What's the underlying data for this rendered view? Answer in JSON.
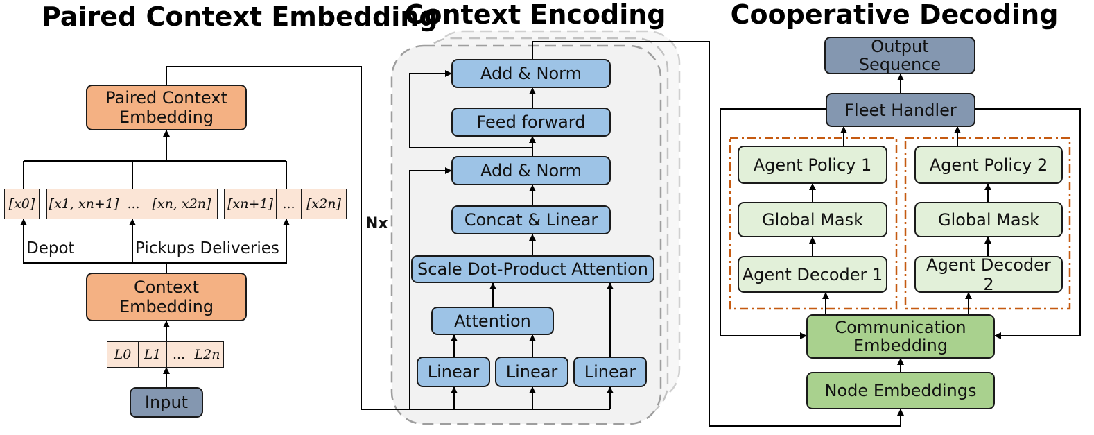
{
  "titles": {
    "paired": "Paired Context Embedding",
    "encoding": "Context Encoding",
    "decoding": "Cooperative Decoding"
  },
  "paired_section": {
    "paired_box": [
      "Paired Context",
      "Embedding"
    ],
    "context_box": [
      "Context",
      "Embedding"
    ],
    "input_box": "Input",
    "labels": {
      "depot": "Depot",
      "pickups_deliveries": "Pickups Deliveries"
    },
    "sequence_cells": [
      "[x0]",
      "[x1, xn+1]",
      "...",
      "[xn, x2n]",
      "[xn+1]",
      "...",
      "[x2n]"
    ],
    "input_cells": [
      "L0",
      "L1",
      "...",
      "L2n"
    ]
  },
  "encoding_section": {
    "add_norm_top": "Add & Norm",
    "feed_forward": "Feed forward",
    "add_norm_mid": "Add & Norm",
    "concat_linear": "Concat & Linear",
    "scale_attention": "Scale Dot-Product Attention",
    "attention": "Attention",
    "linears": [
      "Linear",
      "Linear",
      "Linear"
    ],
    "repeat_label": "Nx"
  },
  "decoding_section": {
    "output": [
      "Output",
      "Sequence"
    ],
    "fleet_handler": "Fleet Handler",
    "agents": [
      {
        "policy": "Agent Policy 1",
        "mask": "Global Mask",
        "decoder": "Agent Decoder 1"
      },
      {
        "policy": "Agent Policy 2",
        "mask": "Global Mask",
        "decoder": "Agent Decoder 2"
      }
    ],
    "communication": [
      "Communication",
      "Embedding"
    ],
    "node_embeddings": "Node Embeddings"
  },
  "colors": {
    "orange": "#f4b183",
    "blue": "#9dc3e6",
    "slate": "#8497b0",
    "light_green": "#e2f0d9",
    "green": "#a9d18e",
    "dash_orange": "#c55a11",
    "panel_gray": "#f2f2f2"
  }
}
